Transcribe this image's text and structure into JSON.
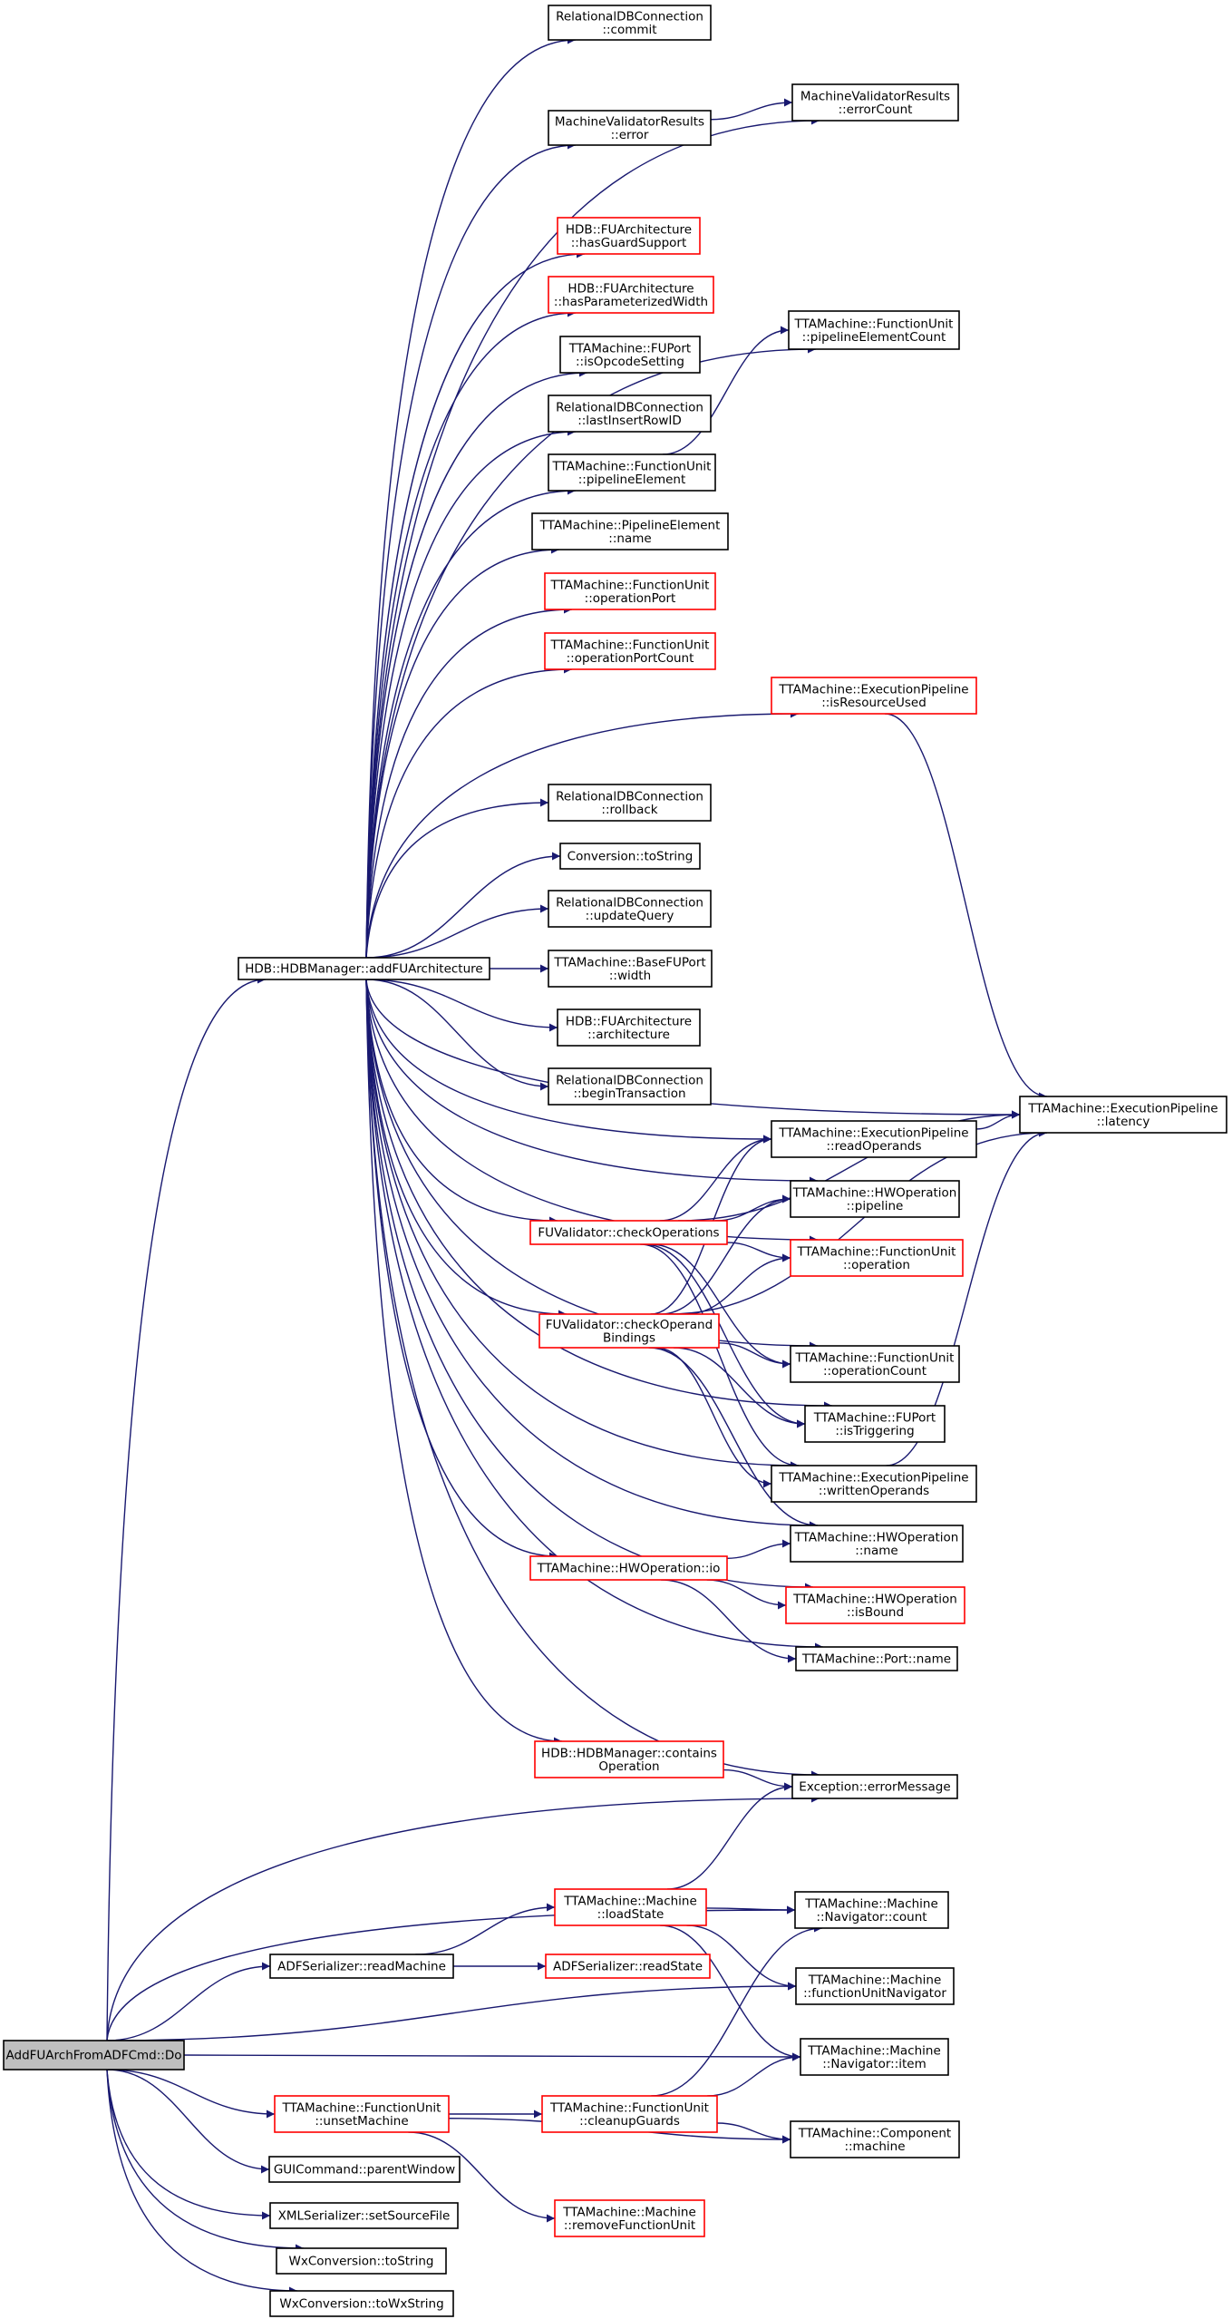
{
  "colors": {
    "edge": "#191970",
    "black_border": "#000000",
    "red_border": "#ff0000",
    "root_fill": "#bfbfbf"
  },
  "nodes": [
    {
      "id": "root",
      "style": "root",
      "lines": [
        "AddFUArchFromADFCmd::Do"
      ]
    },
    {
      "id": "addFUArch",
      "style": "black",
      "lines": [
        "HDB::HDBManager::addFUArchitecture"
      ]
    },
    {
      "id": "commit",
      "style": "black",
      "lines": [
        "RelationalDBConnection",
        "::commit"
      ]
    },
    {
      "id": "errorCount",
      "style": "black",
      "lines": [
        "MachineValidatorResults",
        "::errorCount"
      ]
    },
    {
      "id": "mvrError",
      "style": "black",
      "lines": [
        "MachineValidatorResults",
        "::error"
      ]
    },
    {
      "id": "hasGuardSupport",
      "style": "red",
      "lines": [
        "HDB::FUArchitecture",
        "::hasGuardSupport"
      ]
    },
    {
      "id": "hasParamWidth",
      "style": "red",
      "lines": [
        "HDB::FUArchitecture",
        "::hasParameterizedWidth"
      ]
    },
    {
      "id": "pipelineElementCount",
      "style": "black",
      "lines": [
        "TTAMachine::FunctionUnit",
        "::pipelineElementCount"
      ]
    },
    {
      "id": "isOpcodeSetting",
      "style": "black",
      "lines": [
        "TTAMachine::FUPort",
        "::isOpcodeSetting"
      ]
    },
    {
      "id": "lastInsertRowID",
      "style": "black",
      "lines": [
        "RelationalDBConnection",
        "::lastInsertRowID"
      ]
    },
    {
      "id": "pipelineElement",
      "style": "black",
      "lines": [
        "TTAMachine::FunctionUnit",
        "::pipelineElement"
      ]
    },
    {
      "id": "peName",
      "style": "black",
      "lines": [
        "TTAMachine::PipelineElement",
        "::name"
      ]
    },
    {
      "id": "operationPort",
      "style": "red",
      "lines": [
        "TTAMachine::FunctionUnit",
        "::operationPort"
      ]
    },
    {
      "id": "operationPortCount",
      "style": "red",
      "lines": [
        "TTAMachine::FunctionUnit",
        "::operationPortCount"
      ]
    },
    {
      "id": "isResourceUsed",
      "style": "red",
      "lines": [
        "TTAMachine::ExecutionPipeline",
        "::isResourceUsed"
      ]
    },
    {
      "id": "rollback",
      "style": "black",
      "lines": [
        "RelationalDBConnection",
        "::rollback"
      ]
    },
    {
      "id": "convToString",
      "style": "black",
      "lines": [
        "Conversion::toString"
      ]
    },
    {
      "id": "updateQuery",
      "style": "black",
      "lines": [
        "RelationalDBConnection",
        "::updateQuery"
      ]
    },
    {
      "id": "baseFUPortWidth",
      "style": "black",
      "lines": [
        "TTAMachine::BaseFUPort",
        "::width"
      ]
    },
    {
      "id": "fuArchArchitecture",
      "style": "black",
      "lines": [
        "HDB::FUArchitecture",
        "::architecture"
      ]
    },
    {
      "id": "beginTransaction",
      "style": "black",
      "lines": [
        "RelationalDBConnection",
        "::beginTransaction"
      ]
    },
    {
      "id": "latency",
      "style": "black",
      "lines": [
        "TTAMachine::ExecutionPipeline",
        "::latency"
      ]
    },
    {
      "id": "readOperands",
      "style": "black",
      "lines": [
        "TTAMachine::ExecutionPipeline",
        "::readOperands"
      ]
    },
    {
      "id": "hwPipeline",
      "style": "black",
      "lines": [
        "TTAMachine::HWOperation",
        "::pipeline"
      ]
    },
    {
      "id": "checkOperations",
      "style": "red",
      "lines": [
        "FUValidator::checkOperations"
      ]
    },
    {
      "id": "fuOperation",
      "style": "red",
      "lines": [
        "TTAMachine::FunctionUnit",
        "::operation"
      ]
    },
    {
      "id": "checkOperandBindings",
      "style": "red",
      "lines": [
        "FUValidator::checkOperand",
        "Bindings"
      ]
    },
    {
      "id": "operationCount",
      "style": "black",
      "lines": [
        "TTAMachine::FunctionUnit",
        "::operationCount"
      ]
    },
    {
      "id": "isTriggering",
      "style": "black",
      "lines": [
        "TTAMachine::FUPort",
        "::isTriggering"
      ]
    },
    {
      "id": "writtenOperands",
      "style": "black",
      "lines": [
        "TTAMachine::ExecutionPipeline",
        "::writtenOperands"
      ]
    },
    {
      "id": "hwName",
      "style": "black",
      "lines": [
        "TTAMachine::HWOperation",
        "::name"
      ]
    },
    {
      "id": "hwIo",
      "style": "red",
      "lines": [
        "TTAMachine::HWOperation::io"
      ]
    },
    {
      "id": "hwIsBound",
      "style": "red",
      "lines": [
        "TTAMachine::HWOperation",
        "::isBound"
      ]
    },
    {
      "id": "portName",
      "style": "black",
      "lines": [
        "TTAMachine::Port::name"
      ]
    },
    {
      "id": "containsOperation",
      "style": "red",
      "lines": [
        "HDB::HDBManager::contains",
        "Operation"
      ]
    },
    {
      "id": "errorMessage",
      "style": "black",
      "lines": [
        "Exception::errorMessage"
      ]
    },
    {
      "id": "loadState",
      "style": "red",
      "lines": [
        "TTAMachine::Machine",
        "::loadState"
      ]
    },
    {
      "id": "navCount",
      "style": "black",
      "lines": [
        "TTAMachine::Machine",
        "::Navigator::count"
      ]
    },
    {
      "id": "readMachine",
      "style": "black",
      "lines": [
        "ADFSerializer::readMachine"
      ]
    },
    {
      "id": "readState",
      "style": "red",
      "lines": [
        "ADFSerializer::readState"
      ]
    },
    {
      "id": "fuNavigator",
      "style": "black",
      "lines": [
        "TTAMachine::Machine",
        "::functionUnitNavigator"
      ]
    },
    {
      "id": "navItem",
      "style": "black",
      "lines": [
        "TTAMachine::Machine",
        "::Navigator::item"
      ]
    },
    {
      "id": "unsetMachine",
      "style": "red",
      "lines": [
        "TTAMachine::FunctionUnit",
        "::unsetMachine"
      ]
    },
    {
      "id": "cleanupGuards",
      "style": "red",
      "lines": [
        "TTAMachine::FunctionUnit",
        "::cleanupGuards"
      ]
    },
    {
      "id": "componentMachine",
      "style": "black",
      "lines": [
        "TTAMachine::Component",
        "::machine"
      ]
    },
    {
      "id": "parentWindow",
      "style": "black",
      "lines": [
        "GUICommand::parentWindow"
      ]
    },
    {
      "id": "removeFU",
      "style": "red",
      "lines": [
        "TTAMachine::Machine",
        "::removeFunctionUnit"
      ]
    },
    {
      "id": "setSourceFile",
      "style": "black",
      "lines": [
        "XMLSerializer::setSourceFile"
      ]
    },
    {
      "id": "wxToString",
      "style": "black",
      "lines": [
        "WxConversion::toString"
      ]
    },
    {
      "id": "wxToWxString",
      "style": "black",
      "lines": [
        "WxConversion::toWxString"
      ]
    }
  ],
  "edges": [
    [
      "root",
      "addFUArch"
    ],
    [
      "root",
      "errorMessage"
    ],
    [
      "root",
      "navCount"
    ],
    [
      "root",
      "readMachine"
    ],
    [
      "root",
      "fuNavigator"
    ],
    [
      "root",
      "navItem"
    ],
    [
      "root",
      "unsetMachine"
    ],
    [
      "root",
      "parentWindow"
    ],
    [
      "root",
      "setSourceFile"
    ],
    [
      "root",
      "wxToString"
    ],
    [
      "root",
      "wxToWxString"
    ],
    [
      "addFUArch",
      "commit"
    ],
    [
      "addFUArch",
      "errorCount"
    ],
    [
      "addFUArch",
      "mvrError"
    ],
    [
      "addFUArch",
      "hasGuardSupport"
    ],
    [
      "addFUArch",
      "hasParamWidth"
    ],
    [
      "addFUArch",
      "pipelineElementCount"
    ],
    [
      "addFUArch",
      "isOpcodeSetting"
    ],
    [
      "addFUArch",
      "lastInsertRowID"
    ],
    [
      "addFUArch",
      "pipelineElement"
    ],
    [
      "addFUArch",
      "peName"
    ],
    [
      "addFUArch",
      "operationPort"
    ],
    [
      "addFUArch",
      "operationPortCount"
    ],
    [
      "addFUArch",
      "isResourceUsed"
    ],
    [
      "addFUArch",
      "latency"
    ],
    [
      "addFUArch",
      "rollback"
    ],
    [
      "addFUArch",
      "convToString"
    ],
    [
      "addFUArch",
      "updateQuery"
    ],
    [
      "addFUArch",
      "baseFUPortWidth"
    ],
    [
      "addFUArch",
      "fuArchArchitecture"
    ],
    [
      "addFUArch",
      "beginTransaction"
    ],
    [
      "addFUArch",
      "readOperands"
    ],
    [
      "addFUArch",
      "hwPipeline"
    ],
    [
      "addFUArch",
      "checkOperations"
    ],
    [
      "addFUArch",
      "fuOperation"
    ],
    [
      "addFUArch",
      "checkOperandBindings"
    ],
    [
      "addFUArch",
      "operationCount"
    ],
    [
      "addFUArch",
      "isTriggering"
    ],
    [
      "addFUArch",
      "writtenOperands"
    ],
    [
      "addFUArch",
      "hwName"
    ],
    [
      "addFUArch",
      "hwIo"
    ],
    [
      "addFUArch",
      "hwIsBound"
    ],
    [
      "addFUArch",
      "portName"
    ],
    [
      "addFUArch",
      "containsOperation"
    ],
    [
      "addFUArch",
      "errorMessage"
    ],
    [
      "mvrError",
      "errorCount"
    ],
    [
      "pipelineElement",
      "pipelineElementCount"
    ],
    [
      "isResourceUsed",
      "latency"
    ],
    [
      "readOperands",
      "latency"
    ],
    [
      "writtenOperands",
      "latency"
    ],
    [
      "checkOperations",
      "latency"
    ],
    [
      "checkOperations",
      "readOperands"
    ],
    [
      "checkOperations",
      "hwPipeline"
    ],
    [
      "checkOperations",
      "fuOperation"
    ],
    [
      "checkOperations",
      "operationCount"
    ],
    [
      "checkOperations",
      "isTriggering"
    ],
    [
      "checkOperations",
      "writtenOperands"
    ],
    [
      "checkOperandBindings",
      "latency"
    ],
    [
      "checkOperandBindings",
      "readOperands"
    ],
    [
      "checkOperandBindings",
      "hwPipeline"
    ],
    [
      "checkOperandBindings",
      "fuOperation"
    ],
    [
      "checkOperandBindings",
      "operationCount"
    ],
    [
      "checkOperandBindings",
      "isTriggering"
    ],
    [
      "checkOperandBindings",
      "writtenOperands"
    ],
    [
      "checkOperandBindings",
      "hwName"
    ],
    [
      "hwIo",
      "hwName"
    ],
    [
      "hwIo",
      "hwIsBound"
    ],
    [
      "hwIo",
      "portName"
    ],
    [
      "containsOperation",
      "errorMessage"
    ],
    [
      "loadState",
      "errorMessage"
    ],
    [
      "loadState",
      "navCount"
    ],
    [
      "loadState",
      "fuNavigator"
    ],
    [
      "loadState",
      "navItem"
    ],
    [
      "readMachine",
      "loadState"
    ],
    [
      "readMachine",
      "readState"
    ],
    [
      "unsetMachine",
      "cleanupGuards"
    ],
    [
      "unsetMachine",
      "componentMachine"
    ],
    [
      "unsetMachine",
      "removeFU"
    ],
    [
      "cleanupGuards",
      "navCount"
    ],
    [
      "cleanupGuards",
      "navItem"
    ],
    [
      "cleanupGuards",
      "componentMachine"
    ]
  ]
}
